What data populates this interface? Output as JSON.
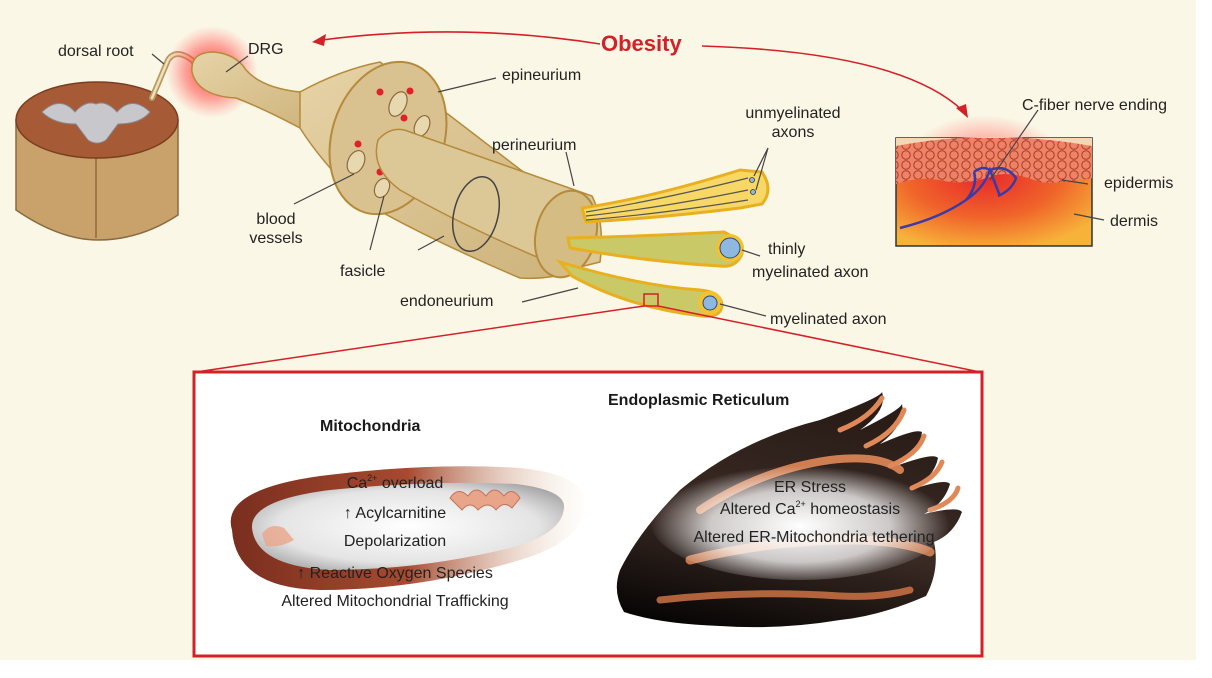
{
  "labels": {
    "dorsal_root": "dorsal root",
    "drg": "DRG",
    "obesity": "Obesity",
    "epineurium": "epineurium",
    "unmyelinated_axons_line1": "unmyelinated",
    "unmyelinated_axons_line2": "axons",
    "perineurium": "perineurium",
    "c_fiber": "C-fiber nerve ending",
    "epidermis": "epidermis",
    "dermis": "dermis",
    "blood_vessels_line1": "blood",
    "blood_vessels_line2": "vessels",
    "fasicle": "fasicle",
    "thinly_line1": "thinly",
    "thinly_line2": "myelinated axon",
    "endoneurium": "endoneurium",
    "myelinated_axon": "myelinated axon"
  },
  "mitochondria": {
    "title": "Mitochondria",
    "ca_prefix": "Ca",
    "ca_sup": "2+",
    "ca_suffix": " overload",
    "acylcarnitine": "↑ Acylcarnitine",
    "depolarization": "Depolarization",
    "ros": "↑ Reactive Oxygen Species",
    "trafficking": "Altered Mitochondrial Trafficking"
  },
  "er": {
    "title": "Endoplasmic Reticulum",
    "stress": "ER Stress",
    "ca_prefix": "Altered Ca",
    "ca_sup": "2+",
    "ca_suffix": " homeostasis",
    "tethering": "Altered ER-Mitochondria tethering"
  },
  "colors": {
    "accent_red": "#d42027",
    "nerve_tan": "#d9c28f",
    "nerve_outline": "#b58a3a",
    "axon_green": "#b5b85a",
    "myelin_yellow": "#f2c230",
    "axon_blue": "#8fb8e0",
    "skin_red": "#e03a2a",
    "skin_orange": "#f28a1e",
    "nerve_ending_blue": "#3a3aa8"
  }
}
